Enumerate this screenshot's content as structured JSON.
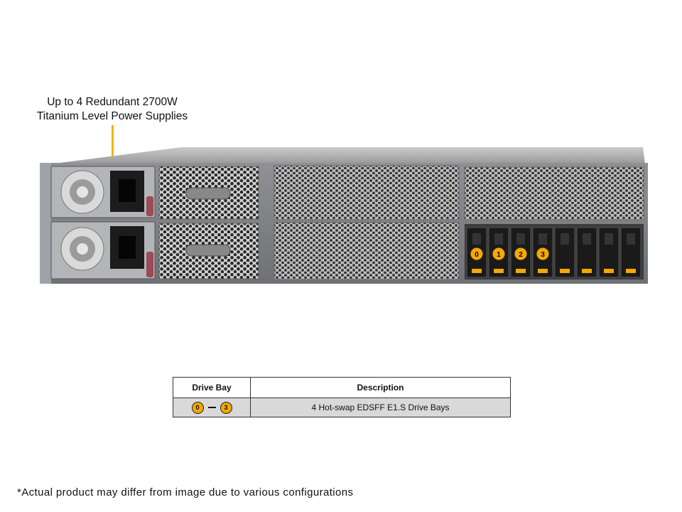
{
  "callout": {
    "line1": "Up to 4 Redundant 2700W",
    "line2": "Titanium Level Power Supplies"
  },
  "bay_labels": [
    "0",
    "1",
    "2",
    "3"
  ],
  "accent_color": "#f5a800",
  "legend": {
    "headers": [
      "Drive Bay",
      "Description"
    ],
    "rows": [
      {
        "range_start": "0",
        "range_end": "3",
        "description": "4 Hot-swap EDSFF E1.S Drive Bays"
      }
    ]
  },
  "footnote": "*Actual product may differ from image due to various configurations"
}
